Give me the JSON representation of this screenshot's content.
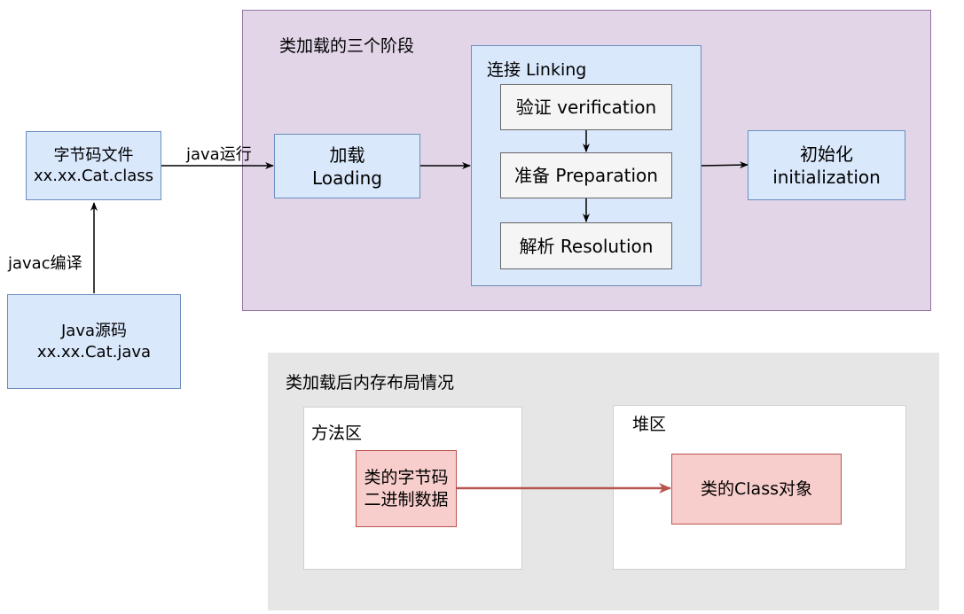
{
  "colors": {
    "blue_fill": "#dae8fc",
    "blue_stroke": "#6c8ebf",
    "purple_fill": "#e1d5e7",
    "purple_stroke": "#9673a6",
    "grey_fill": "#f5f5f5",
    "grey_stroke": "#666666",
    "red_fill": "#f8cecc",
    "red_stroke": "#b85450",
    "region_grey": "#e6e6e6"
  },
  "source": {
    "line1": "Java源码",
    "line2": "xx.xx.Cat.java"
  },
  "bytecode": {
    "line1": "字节码文件",
    "line2": "xx.xx.Cat.class"
  },
  "edges": {
    "compile": "javac编译",
    "run": "java运行"
  },
  "stages": {
    "title": "类加载的三个阶段",
    "loading": {
      "line1": "加载",
      "line2": "Loading"
    },
    "linking": {
      "title": "连接 Linking",
      "verification": "验证 verification",
      "preparation": "准备 Preparation",
      "resolution": "解析 Resolution"
    },
    "init": {
      "line1": "初始化",
      "line2": "initialization"
    }
  },
  "memory": {
    "title": "类加载后内存布局情况",
    "method_area": {
      "title": "方法区",
      "content_line1": "类的字节码",
      "content_line2": "二进制数据"
    },
    "heap": {
      "title": "堆区",
      "content": "类的Class对象"
    }
  }
}
